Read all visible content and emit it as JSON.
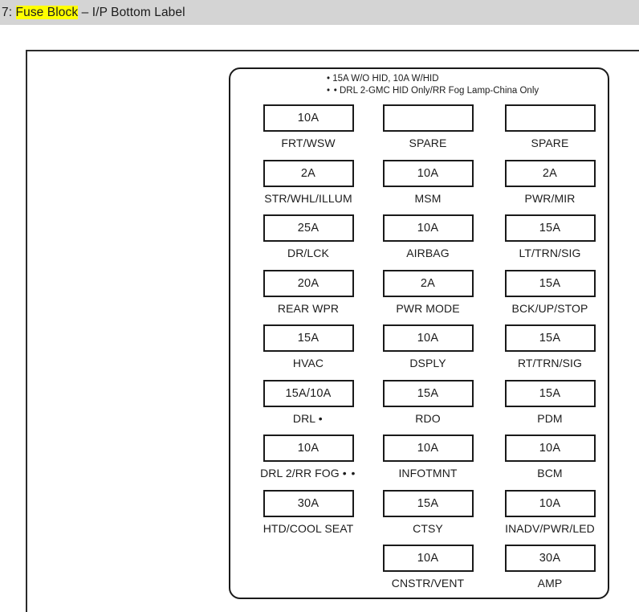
{
  "header": {
    "prefix": "7: ",
    "highlighted": "Fuse Block",
    "suffix": " – I/P Bottom Label"
  },
  "panel": {
    "notes": [
      {
        "bullets": "•",
        "text": "15A W/O HID, 10A W/HID"
      },
      {
        "bullets": "• •",
        "text": "DRL 2-GMC HID Only/RR Fog Lamp-China Only"
      }
    ],
    "columns": [
      {
        "name": "column-1",
        "fuses": [
          {
            "rating": "10A",
            "label": "FRT/WSW",
            "mark": ""
          },
          {
            "rating": "2A",
            "label": "STR/WHL/ILLUM",
            "mark": ""
          },
          {
            "rating": "25A",
            "label": "DR/LCK",
            "mark": ""
          },
          {
            "rating": "20A",
            "label": "REAR WPR",
            "mark": ""
          },
          {
            "rating": "15A",
            "label": "HVAC",
            "mark": ""
          },
          {
            "rating": "15A/10A",
            "label": "DRL",
            "mark": "•"
          },
          {
            "rating": "10A",
            "label": "DRL 2/RR FOG",
            "mark": "• •"
          },
          {
            "rating": "30A",
            "label": "HTD/COOL SEAT",
            "mark": ""
          }
        ]
      },
      {
        "name": "column-2",
        "fuses": [
          {
            "rating": "",
            "label": "SPARE",
            "mark": ""
          },
          {
            "rating": "10A",
            "label": "MSM",
            "mark": ""
          },
          {
            "rating": "10A",
            "label": "AIRBAG",
            "mark": ""
          },
          {
            "rating": "2A",
            "label": "PWR MODE",
            "mark": ""
          },
          {
            "rating": "10A",
            "label": "DSPLY",
            "mark": ""
          },
          {
            "rating": "15A",
            "label": "RDO",
            "mark": ""
          },
          {
            "rating": "10A",
            "label": "INFOTMNT",
            "mark": ""
          },
          {
            "rating": "15A",
            "label": "CTSY",
            "mark": ""
          },
          {
            "rating": "10A",
            "label": "CNSTR/VENT",
            "mark": ""
          }
        ]
      },
      {
        "name": "column-3",
        "fuses": [
          {
            "rating": "",
            "label": "SPARE",
            "mark": ""
          },
          {
            "rating": "2A",
            "label": "PWR/MIR",
            "mark": ""
          },
          {
            "rating": "15A",
            "label": "LT/TRN/SIG",
            "mark": ""
          },
          {
            "rating": "15A",
            "label": "BCK/UP/STOP",
            "mark": ""
          },
          {
            "rating": "15A",
            "label": "RT/TRN/SIG",
            "mark": ""
          },
          {
            "rating": "15A",
            "label": "PDM",
            "mark": ""
          },
          {
            "rating": "10A",
            "label": "BCM",
            "mark": ""
          },
          {
            "rating": "10A",
            "label": "INADV/PWR/LED",
            "mark": ""
          },
          {
            "rating": "30A",
            "label": "AMP",
            "mark": ""
          }
        ]
      }
    ]
  },
  "colors": {
    "header_background": "#d4d4d4",
    "highlight": "#ffff00",
    "ink": "#1c1c1c",
    "panel_border": "#1a1a1a",
    "page_background": "#ffffff"
  }
}
